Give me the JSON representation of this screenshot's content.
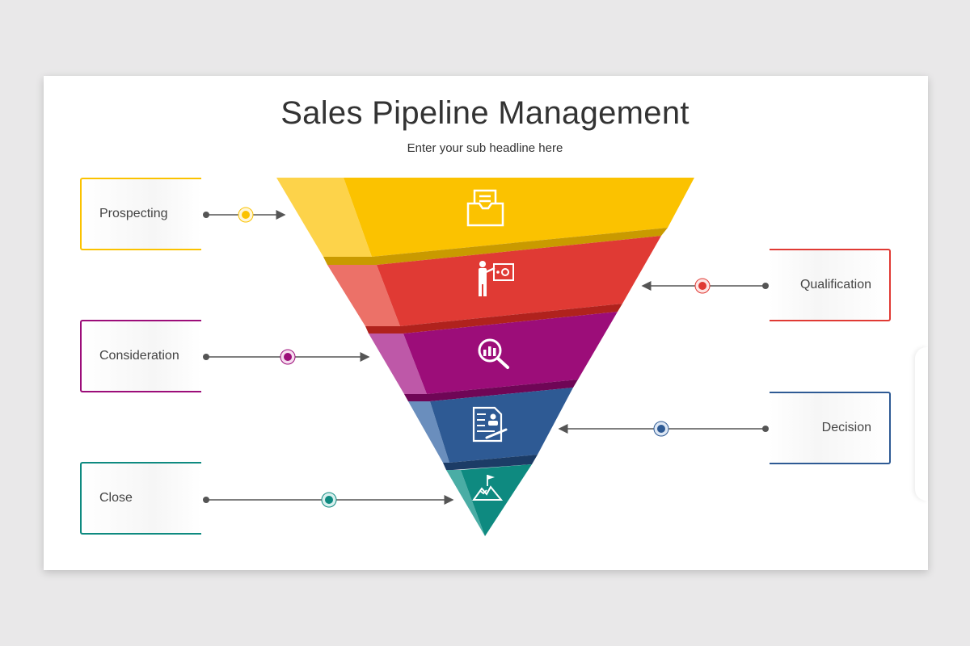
{
  "title": "Sales Pipeline Management",
  "subtitle": "Enter your sub headline here",
  "stages": [
    {
      "label": "Prospecting",
      "color": "#fbc200",
      "icon": "folder-document-icon"
    },
    {
      "label": "Qualification",
      "color": "#e03a34",
      "icon": "presenter-board-icon"
    },
    {
      "label": "Consideration",
      "color": "#9c0d79",
      "icon": "magnifier-chart-icon"
    },
    {
      "label": "Decision",
      "color": "#2e5a94",
      "icon": "contract-document-icon"
    },
    {
      "label": "Close",
      "color": "#0e8a80",
      "icon": "mountain-flag-icon"
    }
  ]
}
